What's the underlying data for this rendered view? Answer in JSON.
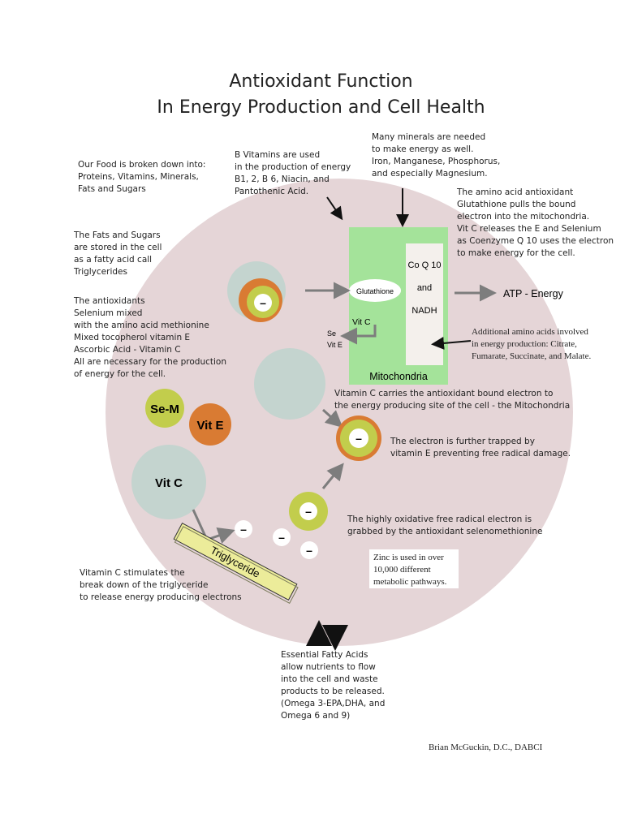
{
  "title": {
    "line1": "Antioxidant Function",
    "line2": "In Energy Production and Cell Health"
  },
  "notes": {
    "food": "Our Food is broken down into:\nProteins, Vitamins, Minerals,\nFats and Sugars",
    "b_vitamins": "B Vitamins are used\nin the production of energy\nB1, 2, B 6, Niacin, and\nPantothenic Acid.",
    "minerals": "Many minerals are needed\nto make energy as well.\nIron, Manganese, Phosphorus,\nand especially Magnesium.",
    "glutathione_note": "The amino acid antioxidant\nGlutathione pulls the bound\nelectron into the mitochondria.\nVit C releases the E and Selenium\nas Coenzyme Q 10 uses the electron\nto make energy for the cell.",
    "fats": "The Fats and Sugars\nare stored in the cell\nas a fatty acid call\nTriglycerides",
    "antioxidants": "The antioxidants\nSelenium mixed\nwith the amino acid methionine\nMixed tocopherol vitamin E\nAscorbic Acid - Vitamin C\nAll are necessary for the production\nof energy for the cell.",
    "amino": "Additional amino acids involved\nin energy production: Citrate,\nFumarate, Succinate, and Malate.",
    "vitc_carries": "Vitamin C carries the antioxidant bound electron to\nthe energy producing site of the cell - the Mitochondria",
    "electron_trapped": "The electron is further trapped by\nvitamin E preventing free radical damage.",
    "oxidative": "The highly oxidative free radical electron is\ngrabbed by the antioxidant selenomethionine",
    "zinc": "Zinc is used in over\n10,000 different\nmetabolic pathways.",
    "vitc_stimulates": "Vitamin C stimulates the\nbreak down of the triglyceride\nto release energy producing electrons",
    "fatty_acids": "Essential Fatty Acids\nallow nutrients to flow\ninto the cell and waste\nproducts to be released.\n(Omega 3-EPA,DHA, and\nOmega 6 and 9)",
    "author": "Brian McGuckin, D.C., DABCI"
  },
  "diagram": {
    "glutathione": "Glutathione",
    "coq10": "Co Q 10",
    "and": "and",
    "nadh": "NADH",
    "atp": "ATP - Energy",
    "vitc_small": "Vit C",
    "se": "Se",
    "vit_e_small": "Vit E",
    "mitochondria": "Mitochondria",
    "sem": "Se-M",
    "vite": "Vit E",
    "vitc": "Vit C",
    "triglyceride": "Triglyceride",
    "electron": "–"
  },
  "colors": {
    "cell": "#e5d5d7",
    "mitochondria": "#a4e39a",
    "mito_inner": "#f4f0ec",
    "selenium_green": "#c2cd4c",
    "vit_e_orange": "#d97b33",
    "vit_c_gray": "#c4d4cf",
    "triglyceride": "#ecec9a",
    "arrow_gray": "#7d7d7d"
  }
}
